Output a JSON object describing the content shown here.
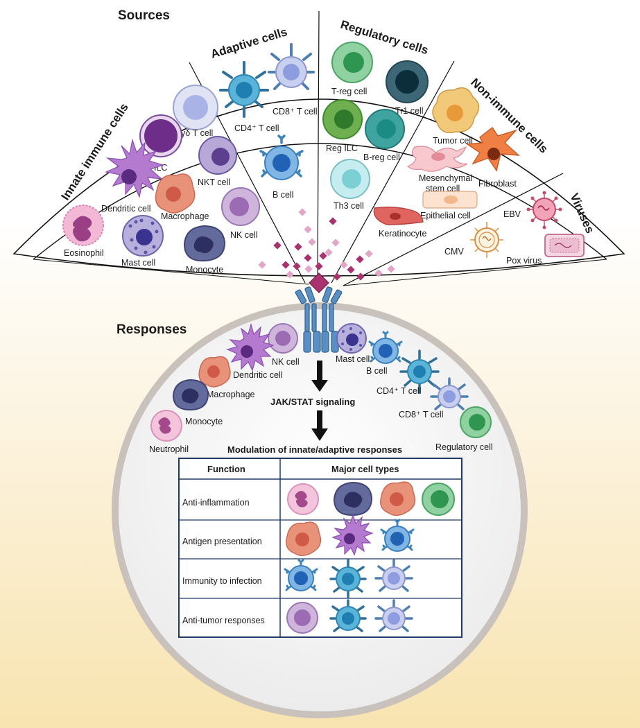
{
  "sources_title": "Sources",
  "responses_title": "Responses",
  "sectors": {
    "innate": "Innate immune cells",
    "adaptive": "Adaptive cells",
    "regulatory": "Regulatory cells",
    "nonimmune": "Non-immune cells",
    "viruses": "Viruses"
  },
  "source_labels": {
    "gd_t": "γδ T cell",
    "ilc": "ILC",
    "dendritic": "Dendritic cell",
    "nkt": "NKT cell",
    "macrophage": "Macrophage",
    "nk": "NK cell",
    "eosinophil": "Eosinophil",
    "mast": "Mast cell",
    "monocyte": "Monocyte",
    "cd8": "CD8⁺ T cell",
    "cd4": "CD4⁺ T cell",
    "bcell": "B cell",
    "treg": "T-reg cell",
    "tr1": "Tr1 cell",
    "reg_ilc": "Reg ILC",
    "breg": "B-reg cell",
    "th3": "Th3 cell",
    "tumor": "Tumor cell",
    "msc_line1": "Mesenchymal",
    "msc_line2": "stem cell",
    "fibroblast": "Fibroblast",
    "epithelial": "Epithelial cell",
    "keratinocyte": "Keratinocyte",
    "ebv": "EBV",
    "cmv": "CMV",
    "pox": "Pox virus"
  },
  "response_labels": {
    "nk": "NK cell",
    "mast": "Mast cell",
    "dendritic": "Dendritic cell",
    "bcell": "B cell",
    "macrophage": "Macrophage",
    "cd4": "CD4⁺ T cell",
    "monocyte": "Monocyte",
    "cd8": "CD8⁺ T cell",
    "neutrophil": "Neutrophil",
    "regulatory": "Regulatory cell"
  },
  "signaling_label": "JAK/STAT signaling",
  "modulation_label": "Modulation of innate/adaptive responses",
  "table": {
    "headers": [
      "Function",
      "Major cell types"
    ],
    "rows": [
      {
        "function": "Anti-inflammation",
        "cells": [
          "neutrophil",
          "monocyte",
          "macrophage",
          "regulatory-cell"
        ]
      },
      {
        "function": "Antigen presentation",
        "cells": [
          "macrophage",
          "dendritic-cell",
          "b-cell"
        ]
      },
      {
        "function": "Immunity to infection",
        "cells": [
          "b-cell",
          "cd4-t-cell",
          "cd8-t-cell"
        ]
      },
      {
        "function": "Anti-tumor responses",
        "cells": [
          "nk-cell",
          "cd4-t-cell",
          "cd8-t-cell"
        ]
      }
    ]
  },
  "colors": {
    "diamond": "#a8336f",
    "diamond_light": "#e3a6c8",
    "receptor": "#5a8fc4",
    "table_border": "#1f3a66"
  }
}
